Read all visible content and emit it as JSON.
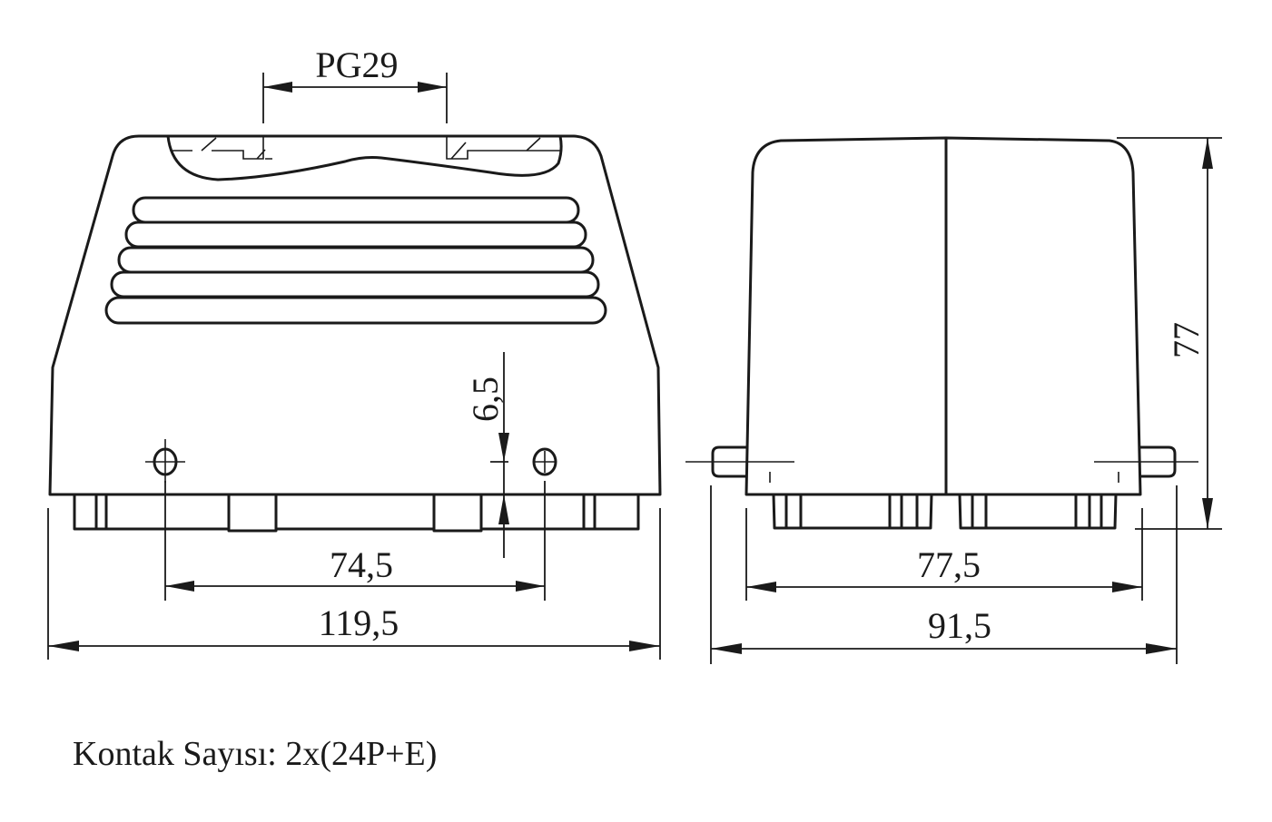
{
  "front_view": {
    "dimensions": {
      "cable_entry": "PG29",
      "hole_offset": "6,5",
      "hole_spacing": "74,5",
      "overall_width": "119,5"
    }
  },
  "side_view": {
    "dimensions": {
      "height": "77",
      "base_width": "77,5",
      "overall_depth": "91,5"
    }
  },
  "caption": "Kontak Sayısı: 2x(24P+E)"
}
